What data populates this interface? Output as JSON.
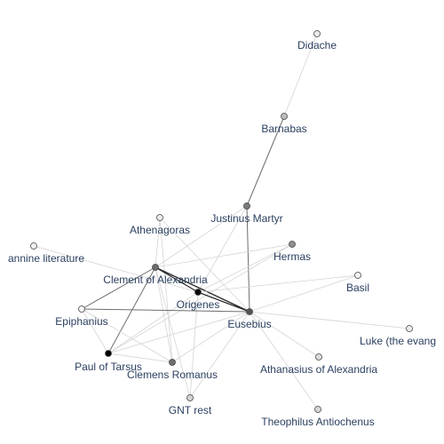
{
  "graph": {
    "nodes": [
      {
        "id": "didache",
        "label": "Didache",
        "shade": "#e8e8e8"
      },
      {
        "id": "barnabas",
        "label": "Barnabas",
        "shade": "#bdbdbd"
      },
      {
        "id": "justinus",
        "label": "Justinus Martyr",
        "shade": "#7a7a7a"
      },
      {
        "id": "athenagoras",
        "label": "Athenagoras",
        "shade": "#ececec"
      },
      {
        "id": "johannine",
        "label": "annine literature",
        "shade": "#f0f0f0"
      },
      {
        "id": "hermas",
        "label": "Hermas",
        "shade": "#8f8f8f"
      },
      {
        "id": "clement",
        "label": "Clement of Alexandria",
        "shade": "#6b6b6b"
      },
      {
        "id": "basil",
        "label": "Basil",
        "shade": "#f2f2f2"
      },
      {
        "id": "origenes",
        "label": "Origenes",
        "shade": "#0a0a0a"
      },
      {
        "id": "epiphanius",
        "label": "Epiphanius",
        "shade": "#f4f4f4"
      },
      {
        "id": "eusebius",
        "label": "Eusebius",
        "shade": "#555555"
      },
      {
        "id": "luke",
        "label": "Luke (the evang",
        "shade": "#ededed"
      },
      {
        "id": "paul",
        "label": "Paul of Tarsus",
        "shade": "#000000"
      },
      {
        "id": "clemens",
        "label": "Clemens Romanus",
        "shade": "#6e6e6e"
      },
      {
        "id": "athanasius",
        "label": "Athanasius of Alexandria",
        "shade": "#dcdcdc"
      },
      {
        "id": "gnt",
        "label": "GNT rest",
        "shade": "#d3d3d3"
      },
      {
        "id": "theophilus",
        "label": "Theophilus Antiochenus",
        "shade": "#d6d6d6"
      }
    ],
    "edges": [
      {
        "source": "didache",
        "target": "barnabas",
        "weight": 1
      },
      {
        "source": "barnabas",
        "target": "justinus",
        "weight": 2
      },
      {
        "source": "justinus",
        "target": "eusebius",
        "weight": 2
      },
      {
        "source": "justinus",
        "target": "clement",
        "weight": 1
      },
      {
        "source": "justinus",
        "target": "origenes",
        "weight": 1
      },
      {
        "source": "athenagoras",
        "target": "clement",
        "weight": 1
      },
      {
        "source": "athenagoras",
        "target": "eusebius",
        "weight": 1
      },
      {
        "source": "athenagoras",
        "target": "clemens",
        "weight": 1
      },
      {
        "source": "johannine",
        "target": "origenes",
        "weight": 1
      },
      {
        "source": "hermas",
        "target": "clement",
        "weight": 1
      },
      {
        "source": "hermas",
        "target": "origenes",
        "weight": 1
      },
      {
        "source": "hermas",
        "target": "paul",
        "weight": 1
      },
      {
        "source": "clement",
        "target": "origenes",
        "weight": 3
      },
      {
        "source": "clement",
        "target": "eusebius",
        "weight": 3
      },
      {
        "source": "clement",
        "target": "epiphanius",
        "weight": 2
      },
      {
        "source": "clement",
        "target": "paul",
        "weight": 2
      },
      {
        "source": "clement",
        "target": "clemens",
        "weight": 1
      },
      {
        "source": "clement",
        "target": "gnt",
        "weight": 1
      },
      {
        "source": "origenes",
        "target": "eusebius",
        "weight": 3
      },
      {
        "source": "origenes",
        "target": "paul",
        "weight": 1
      },
      {
        "source": "origenes",
        "target": "gnt",
        "weight": 1
      },
      {
        "source": "basil",
        "target": "origenes",
        "weight": 1
      },
      {
        "source": "basil",
        "target": "eusebius",
        "weight": 1
      },
      {
        "source": "epiphanius",
        "target": "eusebius",
        "weight": 2
      },
      {
        "source": "epiphanius",
        "target": "paul",
        "weight": 1
      },
      {
        "source": "epiphanius",
        "target": "clemens",
        "weight": 1
      },
      {
        "source": "eusebius",
        "target": "luke",
        "weight": 1
      },
      {
        "source": "eusebius",
        "target": "paul",
        "weight": 1
      },
      {
        "source": "eusebius",
        "target": "clemens",
        "weight": 1
      },
      {
        "source": "eusebius",
        "target": "athanasius",
        "weight": 1
      },
      {
        "source": "eusebius",
        "target": "theophilus",
        "weight": 1
      },
      {
        "source": "eusebius",
        "target": "gnt",
        "weight": 1
      },
      {
        "source": "paul",
        "target": "clemens",
        "weight": 1
      }
    ]
  }
}
